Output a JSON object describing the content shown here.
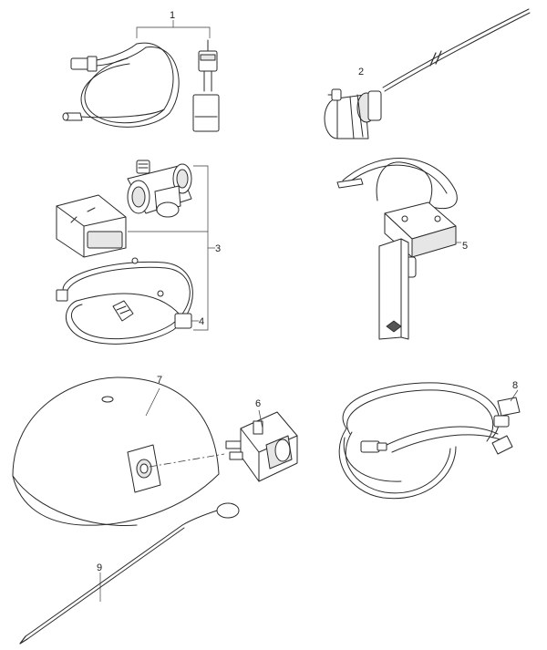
{
  "callouts": [
    {
      "label": "1"
    },
    {
      "label": "2"
    },
    {
      "label": "3"
    },
    {
      "label": "4"
    },
    {
      "label": "5"
    },
    {
      "label": "6"
    },
    {
      "label": "7"
    },
    {
      "label": "8"
    },
    {
      "label": "9"
    }
  ],
  "colors": {
    "line": "#2a2a2a",
    "shade": "#e6e6e6",
    "background": "#ffffff"
  }
}
